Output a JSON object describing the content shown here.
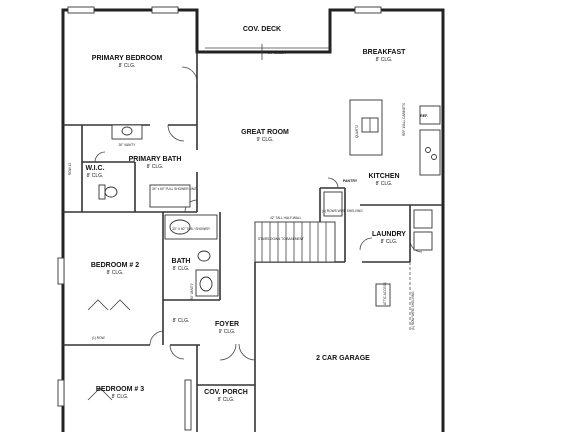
{
  "rooms": {
    "cov_deck": {
      "name": "COV. DECK"
    },
    "primary_bedroom": {
      "name": "PRIMARY BEDROOM",
      "ceiling": "8' CLG."
    },
    "breakfast": {
      "name": "BREAKFAST",
      "ceiling": "8' CLG."
    },
    "great_room": {
      "name": "GREAT ROOM",
      "ceiling": "9' CLG."
    },
    "primary_bath": {
      "name": "PRIMARY BATH",
      "ceiling": "8' CLG."
    },
    "wic": {
      "name": "W.I.C.",
      "ceiling": "8' CLG."
    },
    "kitchen": {
      "name": "KITCHEN",
      "ceiling": "8' CLG."
    },
    "pantry": {
      "name": "PANTRY"
    },
    "laundry": {
      "name": "LAUNDRY",
      "ceiling": "8' CLG."
    },
    "bedroom2": {
      "name": "BEDROOM # 2",
      "ceiling": "8' CLG."
    },
    "bath": {
      "name": "BATH",
      "ceiling": "8' CLG."
    },
    "hall": {
      "ceiling": "8' CLG."
    },
    "foyer": {
      "name": "FOYER",
      "ceiling": "9' CLG."
    },
    "garage": {
      "name": "2 CAR GARAGE"
    },
    "bedroom3": {
      "name": "BEDROOM # 3",
      "ceiling": "8' CLG."
    },
    "cov_porch": {
      "name": "COV. PORCH",
      "ceiling": "8' CLG."
    }
  },
  "notes": {
    "vanity": "30\" VANITY",
    "shower": "34\" x 60\" FULL SHOWER UNIT",
    "tub": "30\" X 60\" TUB / SHOWER",
    "bath_vanity": "30\" VANITY",
    "half_wall": "42\" TALL HALF-WALL",
    "stairs": "STAIRS DOWN TO BASEMENT",
    "shelving": "(4) ROWS WIRE SHELVING",
    "island": "QUARTZ",
    "fridge": "REF.",
    "wall_cabinets": "REF. WALL CABINETS",
    "row": "(1) ROW",
    "slider": "8'0\" SLIDER",
    "attic": "ATTIC ACCESS",
    "garage_shelving": "(1) ROW WIRE SHELVING",
    "wic_side": "ROW 12"
  }
}
